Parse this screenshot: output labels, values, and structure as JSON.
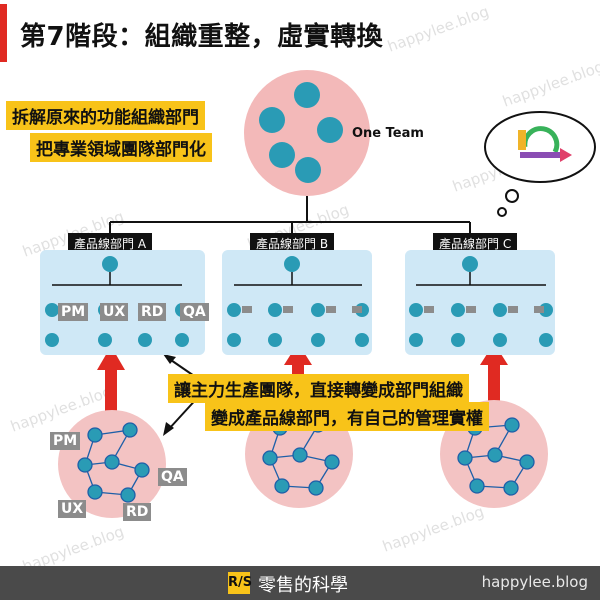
{
  "title": "第7階段：組織重整，虛實轉換",
  "note_top": [
    "拆解原來的功能組織部門",
    "把專業領域團隊部門化"
  ],
  "one_team_label": "One Team",
  "departments": [
    {
      "label": "產品線部門 A"
    },
    {
      "label": "產品線部門 B"
    },
    {
      "label": "產品線部門 C"
    }
  ],
  "dept_a_roles": [
    "PM",
    "UX",
    "RD",
    "QA"
  ],
  "note_bottom": [
    "讓主力生產團隊，直接轉變成部門組織",
    "變成產品線部門，有自己的管理實權"
  ],
  "network_roles": {
    "pm": "PM",
    "qa": "QA",
    "ux": "UX",
    "rd": "RD"
  },
  "footer": {
    "logo": "R/S",
    "brand": "零售的科學",
    "url": "happylee.blog"
  },
  "watermark": "happylee.blog",
  "colors": {
    "accent_red": "#e02a22",
    "note_yellow": "#f8c319",
    "box_blue": "#cfe8f6",
    "circle_pink": "#f3c3c3",
    "node_teal": "#2a8e99"
  }
}
